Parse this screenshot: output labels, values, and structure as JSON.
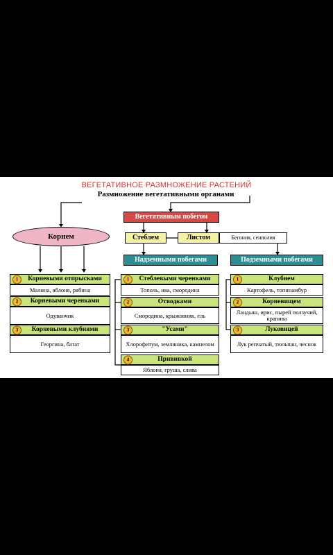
{
  "title": "ВЕГЕТАТИВНОЕ РАЗМНОЖЕНИЕ РАСТЕНИЙ",
  "subtitle": "Размножение вегетативными органами",
  "nodes": {
    "root_branch": "Корнем",
    "shoot_branch": "Вегетативным побегом",
    "stem": "Стеблем",
    "leaf": "Листом",
    "leaf_examples": "Бегония, сенполия",
    "above": "Надземными побегами",
    "under": "Подземными побегами"
  },
  "root_methods": [
    {
      "num": "1",
      "label": "Корневыми отпрысками",
      "examples": "Малина, яблоня, рябина"
    },
    {
      "num": "2",
      "label": "Корневыми черенками",
      "examples": "Одуванчик"
    },
    {
      "num": "3",
      "label": "Корневыми клубнями",
      "examples": "Георгина, батат"
    }
  ],
  "above_methods": [
    {
      "num": "1",
      "label": "Стеблевыми черенками",
      "examples": "Тополь, ива, смородина"
    },
    {
      "num": "2",
      "label": "Отводками",
      "examples": "Смородина, крыжовник, ель"
    },
    {
      "num": "3",
      "label": "\"Усами\"",
      "examples": "Хлорофитум, земляника, камнелом"
    },
    {
      "num": "4",
      "label": "Прививкой",
      "examples": "Яблоня, груша, слива"
    }
  ],
  "under_methods": [
    {
      "num": "1",
      "label": "Клубнем",
      "examples": "Картофель, топинамбур"
    },
    {
      "num": "2",
      "label": "Корневищем",
      "examples": "Ландыш, ирис, пырей ползучий, крапива"
    },
    {
      "num": "3",
      "label": "Луковицей",
      "examples": "Лук репчатый, тюльпан, чеснок"
    }
  ],
  "colors": {
    "title": "#d9322c",
    "oval": "#f0b6c6",
    "red_box": "#d54a45",
    "yellow_box": "#f6f2a4",
    "teal_box": "#2c8e94",
    "green_box": "#c8e47a",
    "number_badge": "#f2b731"
  }
}
